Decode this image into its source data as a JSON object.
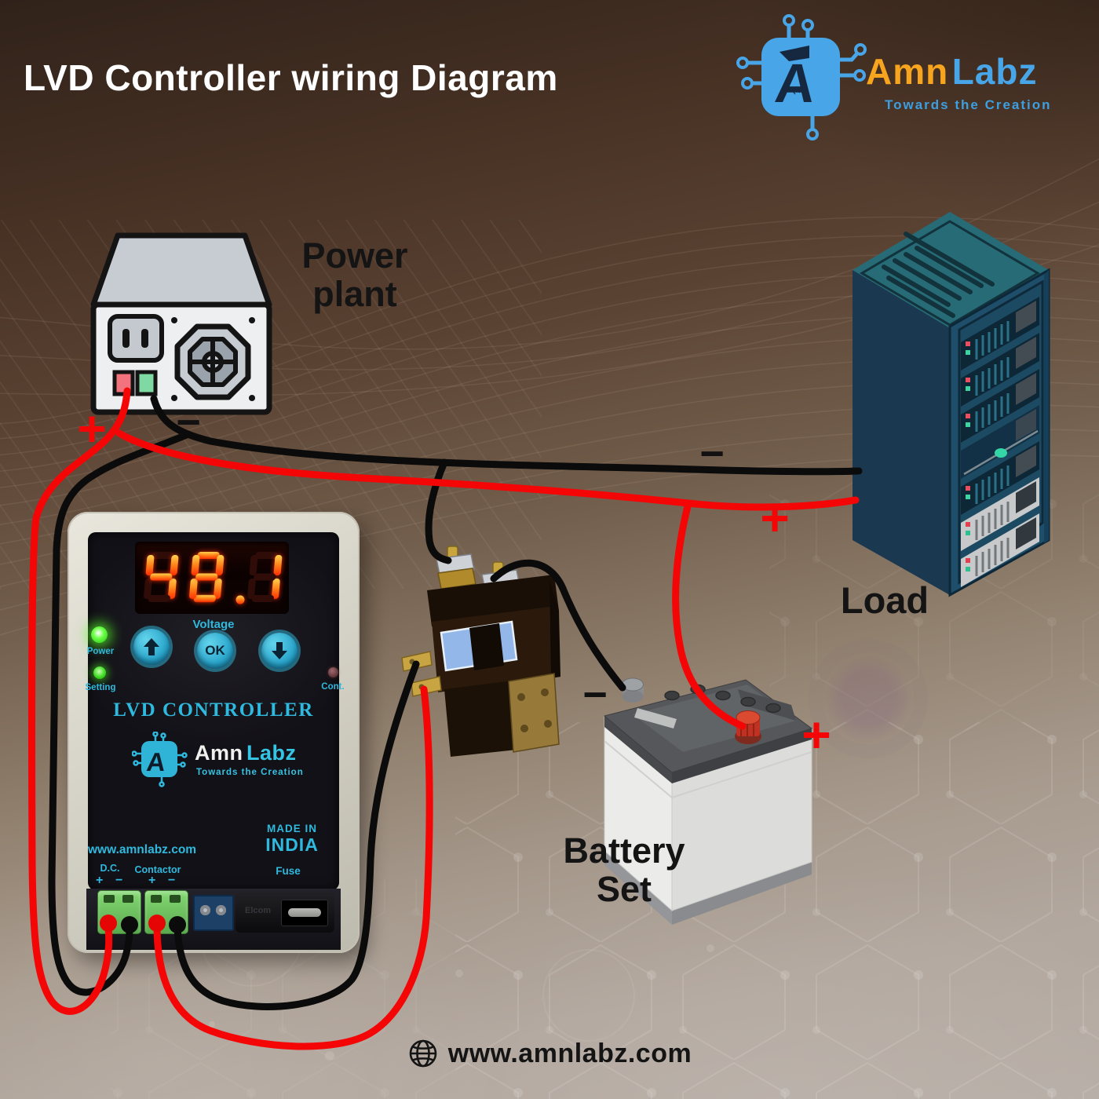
{
  "title": "LVD Controller wiring Diagram",
  "brand": {
    "word1": "Amn",
    "word2": "Labz",
    "tagline": "Towards the Creation"
  },
  "labels": {
    "power_plant_1": "Power",
    "power_plant_2": "plant",
    "load": "Load",
    "battery_1": "Battery",
    "battery_2": "Set"
  },
  "polarity": {
    "plus": "+",
    "minus": "−"
  },
  "controller": {
    "display_value": "48.1",
    "voltage": "Voltage",
    "ok": "OK",
    "led_power": "Power",
    "led_setting": "Setting",
    "led_cont": "Cont.",
    "name": "LVD CONTROLLER",
    "brand_word1": "Amn",
    "brand_word2": "Labz",
    "brand_tagline": "Towards the Creation",
    "website": "www.amnlabz.com",
    "made_in_1": "MADE IN",
    "made_in_2": "INDIA",
    "term_dc": "D.C.",
    "term_contactor": "Contactor",
    "fuse": "Fuse",
    "fuse_brand": "Elcom",
    "plus": "+",
    "minus": "−"
  },
  "footer": {
    "website": "www.amnlabz.com"
  },
  "colors": {
    "wire_red": "#f40606",
    "wire_black": "#0b0b0b",
    "accent_cyan": "#2fb9de",
    "logo_blue": "#47a5e8",
    "logo_orange": "#f7a41e",
    "rack_top": "#276b76",
    "rack_left": "#1a3850",
    "rack_front": "#1e4e69"
  }
}
